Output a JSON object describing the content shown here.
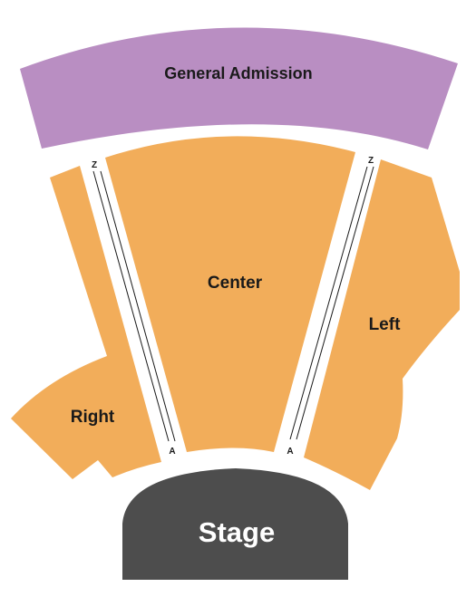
{
  "colors": {
    "general_admission": "#b98ec2",
    "seated_section": "#f2ad5a",
    "stage": "#4d4d4d",
    "background": "#ffffff"
  },
  "sections": {
    "general_admission": {
      "label": "General Admission"
    },
    "center": {
      "label": "Center"
    },
    "left": {
      "label": "Left"
    },
    "right": {
      "label": "Right"
    }
  },
  "stage": {
    "label": "Stage"
  },
  "aisles": {
    "left_aisle": {
      "top_row": "Z",
      "bottom_row": "A"
    },
    "right_aisle": {
      "top_row": "Z",
      "bottom_row": "A"
    }
  }
}
